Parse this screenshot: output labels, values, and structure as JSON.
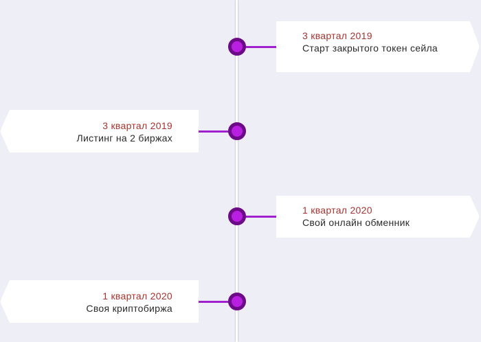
{
  "timeline": {
    "items": [
      {
        "date": "3 квартал 2019",
        "title": "Старт закрытого токен сейла"
      },
      {
        "date": "3 квартал 2019",
        "title": "Листинг на 2 биржах"
      },
      {
        "date": "1 квартал 2020",
        "title": "Свой онлайн обменник"
      },
      {
        "date": "1 квартал 2020",
        "title": "Своя криптобиржа"
      }
    ]
  },
  "colors": {
    "background": "#eeeef7",
    "dot_fill": "#b81fe0",
    "dot_ring": "#6d0a87",
    "connector": "#a020d0",
    "date_text": "#a5342f",
    "title_text": "#2a2a2a"
  },
  "icons": [
    "timeline-dot-icon"
  ]
}
